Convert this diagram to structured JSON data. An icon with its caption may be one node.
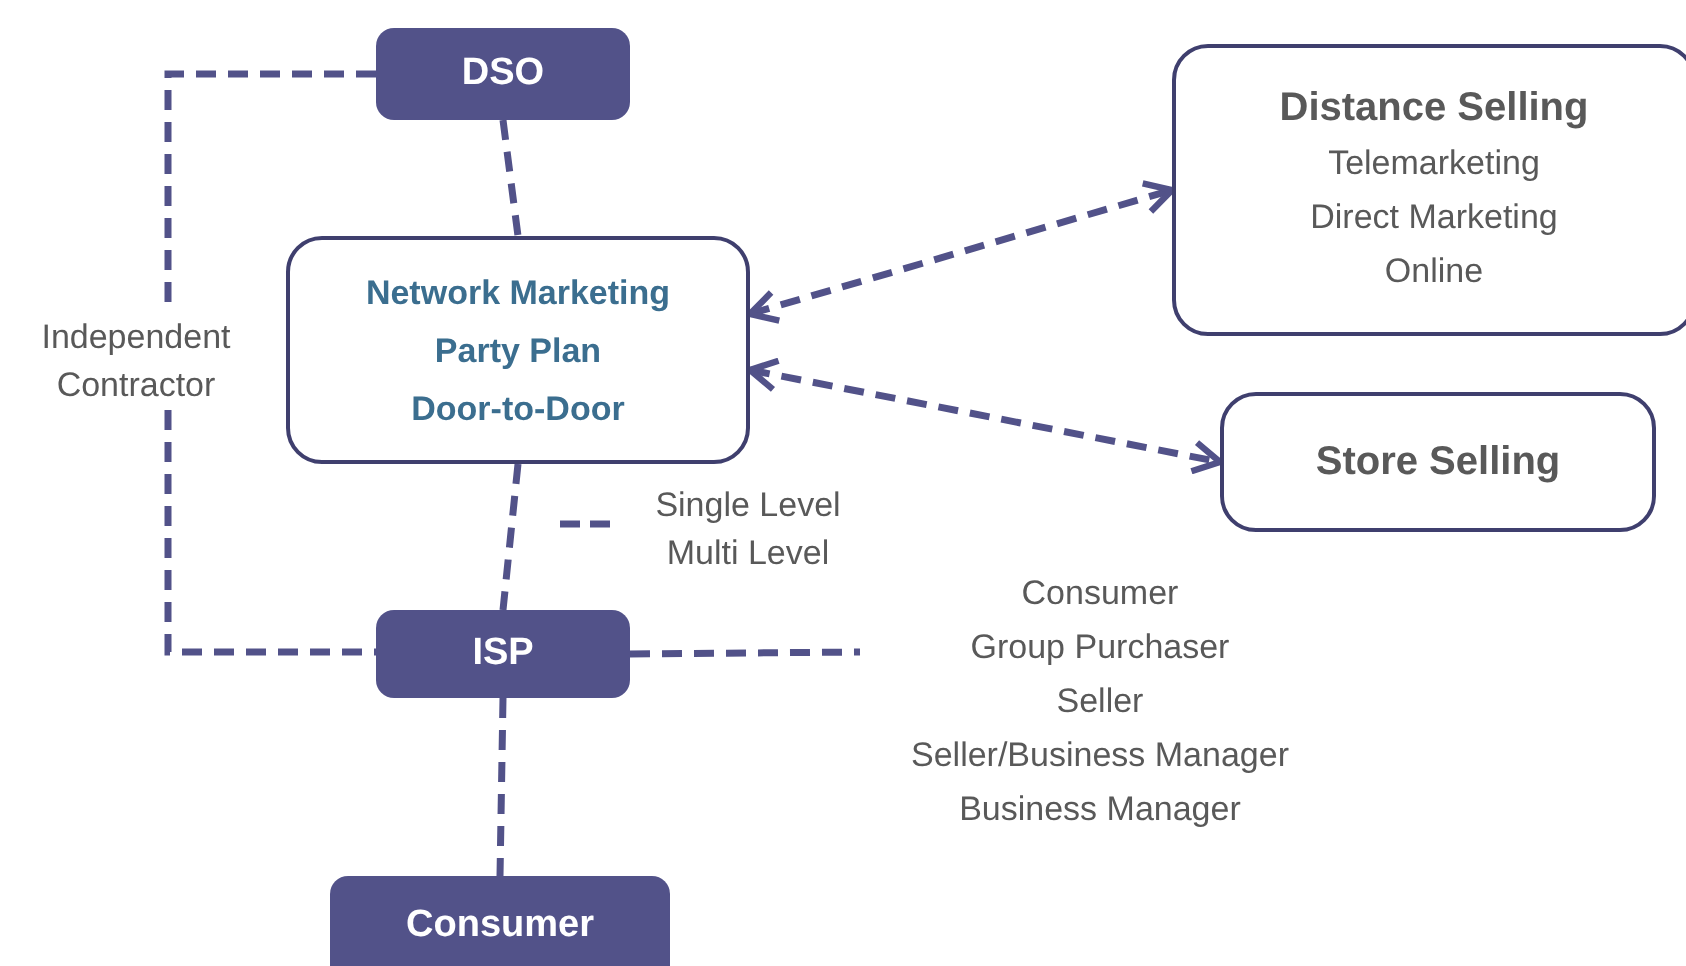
{
  "diagram": {
    "nodes": [
      {
        "text": [
          "DSO"
        ]
      },
      {
        "text": [
          "Network Marketing",
          "Party Plan",
          "Door-to-Door"
        ]
      },
      {
        "text": [
          "Distance Selling",
          "Telemarketing",
          "Direct Marketing",
          "Online"
        ]
      },
      {
        "text": [
          "Store Selling"
        ]
      },
      {
        "text": [
          "ISP"
        ]
      },
      {
        "text": [
          "Consumer"
        ]
      },
      {
        "text": [
          "Consumer",
          "Group Purchaser",
          "Seller",
          "Seller/Business Manager",
          "Business Manager"
        ]
      }
    ],
    "edges": [
      {
        "from": 0,
        "to": 1,
        "arrow": "none"
      },
      {
        "from": 0,
        "to": 4,
        "arrow": "none",
        "label": "Independent Contractor"
      },
      {
        "from": 1,
        "to": 4,
        "arrow": "none",
        "label": "Single Level Multi Level"
      },
      {
        "from": 4,
        "to": 6,
        "arrow": "none"
      },
      {
        "from": 4,
        "to": 5,
        "arrow": "none"
      },
      {
        "from": 1,
        "to": 2,
        "arrow": "both"
      },
      {
        "from": 1,
        "to": 3,
        "arrow": "both"
      }
    ]
  }
}
